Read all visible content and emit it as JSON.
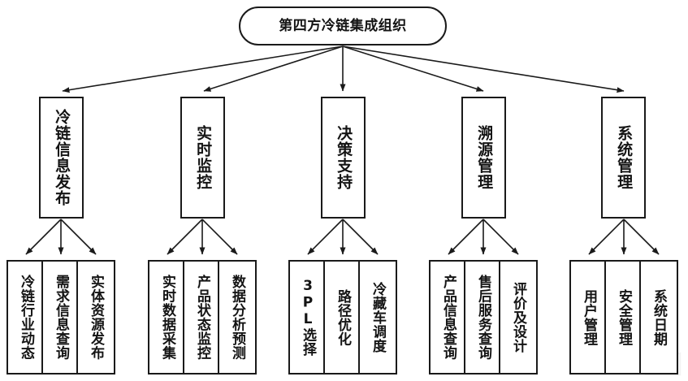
{
  "diagram": {
    "type": "hierarchy-tree",
    "title": "第四方冷链集成组织",
    "orientation": "top-down",
    "levels": 3,
    "colors": {
      "stroke": "#1a1a1a",
      "fill": "#ffffff",
      "text": "#141414",
      "background": "#ffffff"
    },
    "root": {
      "label": "第四方冷链集成组织",
      "shape": "rounded-ellipse"
    },
    "branches": [
      {
        "label": "冷链信息发布",
        "children": [
          {
            "label": "冷链行业动态"
          },
          {
            "label": "需求信息查询"
          },
          {
            "label": "实体资源发布"
          }
        ]
      },
      {
        "label": "实时监控",
        "children": [
          {
            "label": "实时数据采集"
          },
          {
            "label": "产品状态监控"
          },
          {
            "label": "数据分析预测"
          }
        ]
      },
      {
        "label": "决策支持",
        "children": [
          {
            "label": "3PL选择"
          },
          {
            "label": "路径优化"
          },
          {
            "label": "冷藏车调度"
          }
        ]
      },
      {
        "label": "溯源管理",
        "children": [
          {
            "label": "产品信息查询"
          },
          {
            "label": "售后服务查询"
          },
          {
            "label": "评价及设计"
          }
        ]
      },
      {
        "label": "系统管理",
        "children": [
          {
            "label": "用户管理"
          },
          {
            "label": "安全管理"
          },
          {
            "label": "系统日期"
          }
        ]
      }
    ]
  }
}
